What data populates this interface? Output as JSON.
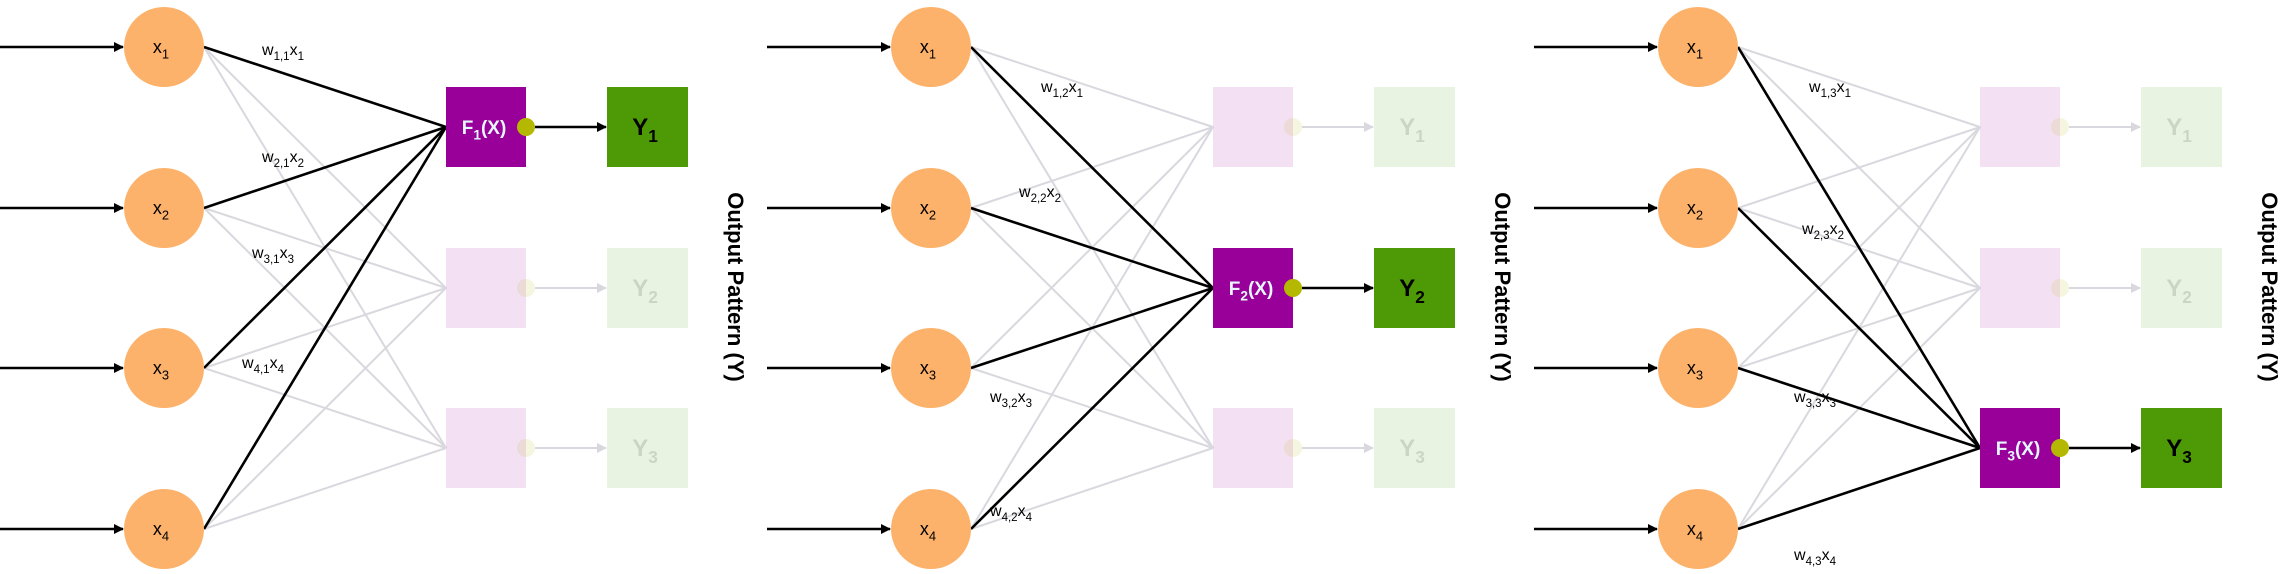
{
  "colors": {
    "input_node": "#FDB26B",
    "function_box": "#990099",
    "output_box": "#4E9A06",
    "output_dot": "#B5B800",
    "active_line": "#000000",
    "faint_line": "#D8D8DE",
    "function_text": "#E6F7FF"
  },
  "side_label": "Output Pattern (Y)",
  "inputs": [
    {
      "base": "x",
      "sub": "1"
    },
    {
      "base": "x",
      "sub": "2"
    },
    {
      "base": "x",
      "sub": "3"
    },
    {
      "base": "x",
      "sub": "4"
    }
  ],
  "outputs": [
    {
      "base": "Y",
      "sub": "1"
    },
    {
      "base": "Y",
      "sub": "2"
    },
    {
      "base": "Y",
      "sub": "3"
    }
  ],
  "panels": [
    {
      "active_output": 1,
      "function_label": {
        "base": "F",
        "sub": "1",
        "tail": "(X)"
      },
      "weights": [
        [
          "w",
          "1,1",
          "x",
          "1"
        ],
        [
          "w",
          "2,1",
          "x",
          "2"
        ],
        [
          "w",
          "3,1",
          "x",
          "3"
        ],
        [
          "w",
          "4,1",
          "x",
          "4"
        ]
      ]
    },
    {
      "active_output": 2,
      "function_label": {
        "base": "F",
        "sub": "2",
        "tail": "(X)"
      },
      "weights": [
        [
          "w",
          "1,2",
          "x",
          "1"
        ],
        [
          "w",
          "2,2",
          "x",
          "2"
        ],
        [
          "w",
          "3,2",
          "x",
          "3"
        ],
        [
          "w",
          "4,2",
          "x",
          "4"
        ]
      ]
    },
    {
      "active_output": 3,
      "function_label": {
        "base": "F",
        "sub": "3",
        "tail": "(X)"
      },
      "weights": [
        [
          "w",
          "1,3",
          "x",
          "1"
        ],
        [
          "w",
          "2,3",
          "x",
          "2"
        ],
        [
          "w",
          "3,3",
          "x",
          "3"
        ],
        [
          "w",
          "4,3",
          "x",
          "4"
        ]
      ]
    }
  ]
}
